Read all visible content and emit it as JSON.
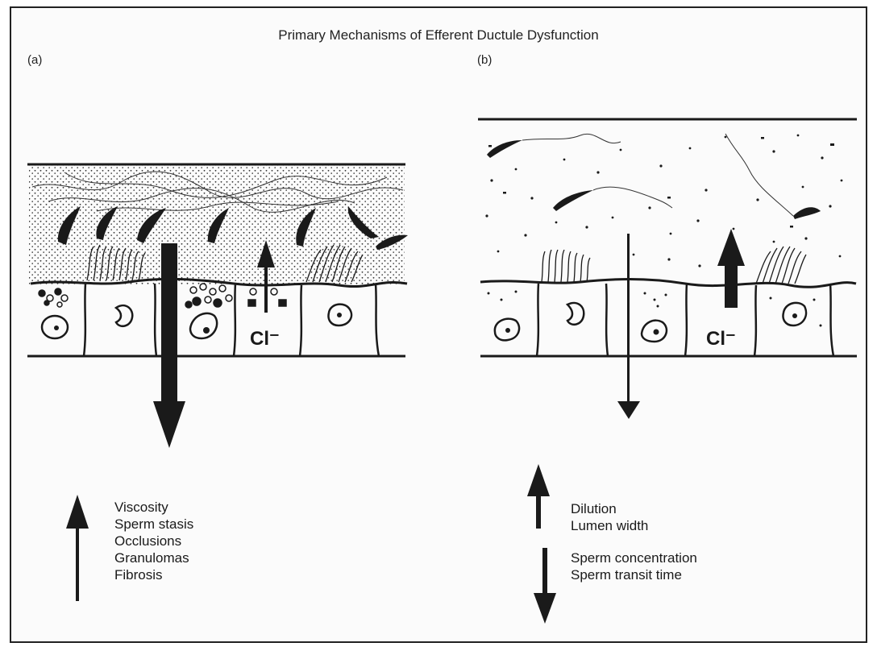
{
  "figure": {
    "title": "Primary Mechanisms of Efferent Ductule Dysfunction"
  },
  "panel_a": {
    "label": "(a)",
    "ion_label": "Cl⁻",
    "effects_up": [
      "Viscosity",
      "Sperm stasis",
      "Occlusions",
      "Granulomas",
      "Fibrosis"
    ]
  },
  "panel_b": {
    "label": "(b)",
    "ion_label": "Cl⁻",
    "effects_up": [
      "Dilution",
      "Lumen width"
    ],
    "effects_down": [
      "Sperm concentration",
      "Sperm transit time"
    ]
  },
  "colors": {
    "ink": "#1a1a1a",
    "background": "#fbfbfb",
    "frame": "#222222"
  },
  "icons": {
    "increase": "arrow-up-icon",
    "decrease": "arrow-down-icon"
  }
}
